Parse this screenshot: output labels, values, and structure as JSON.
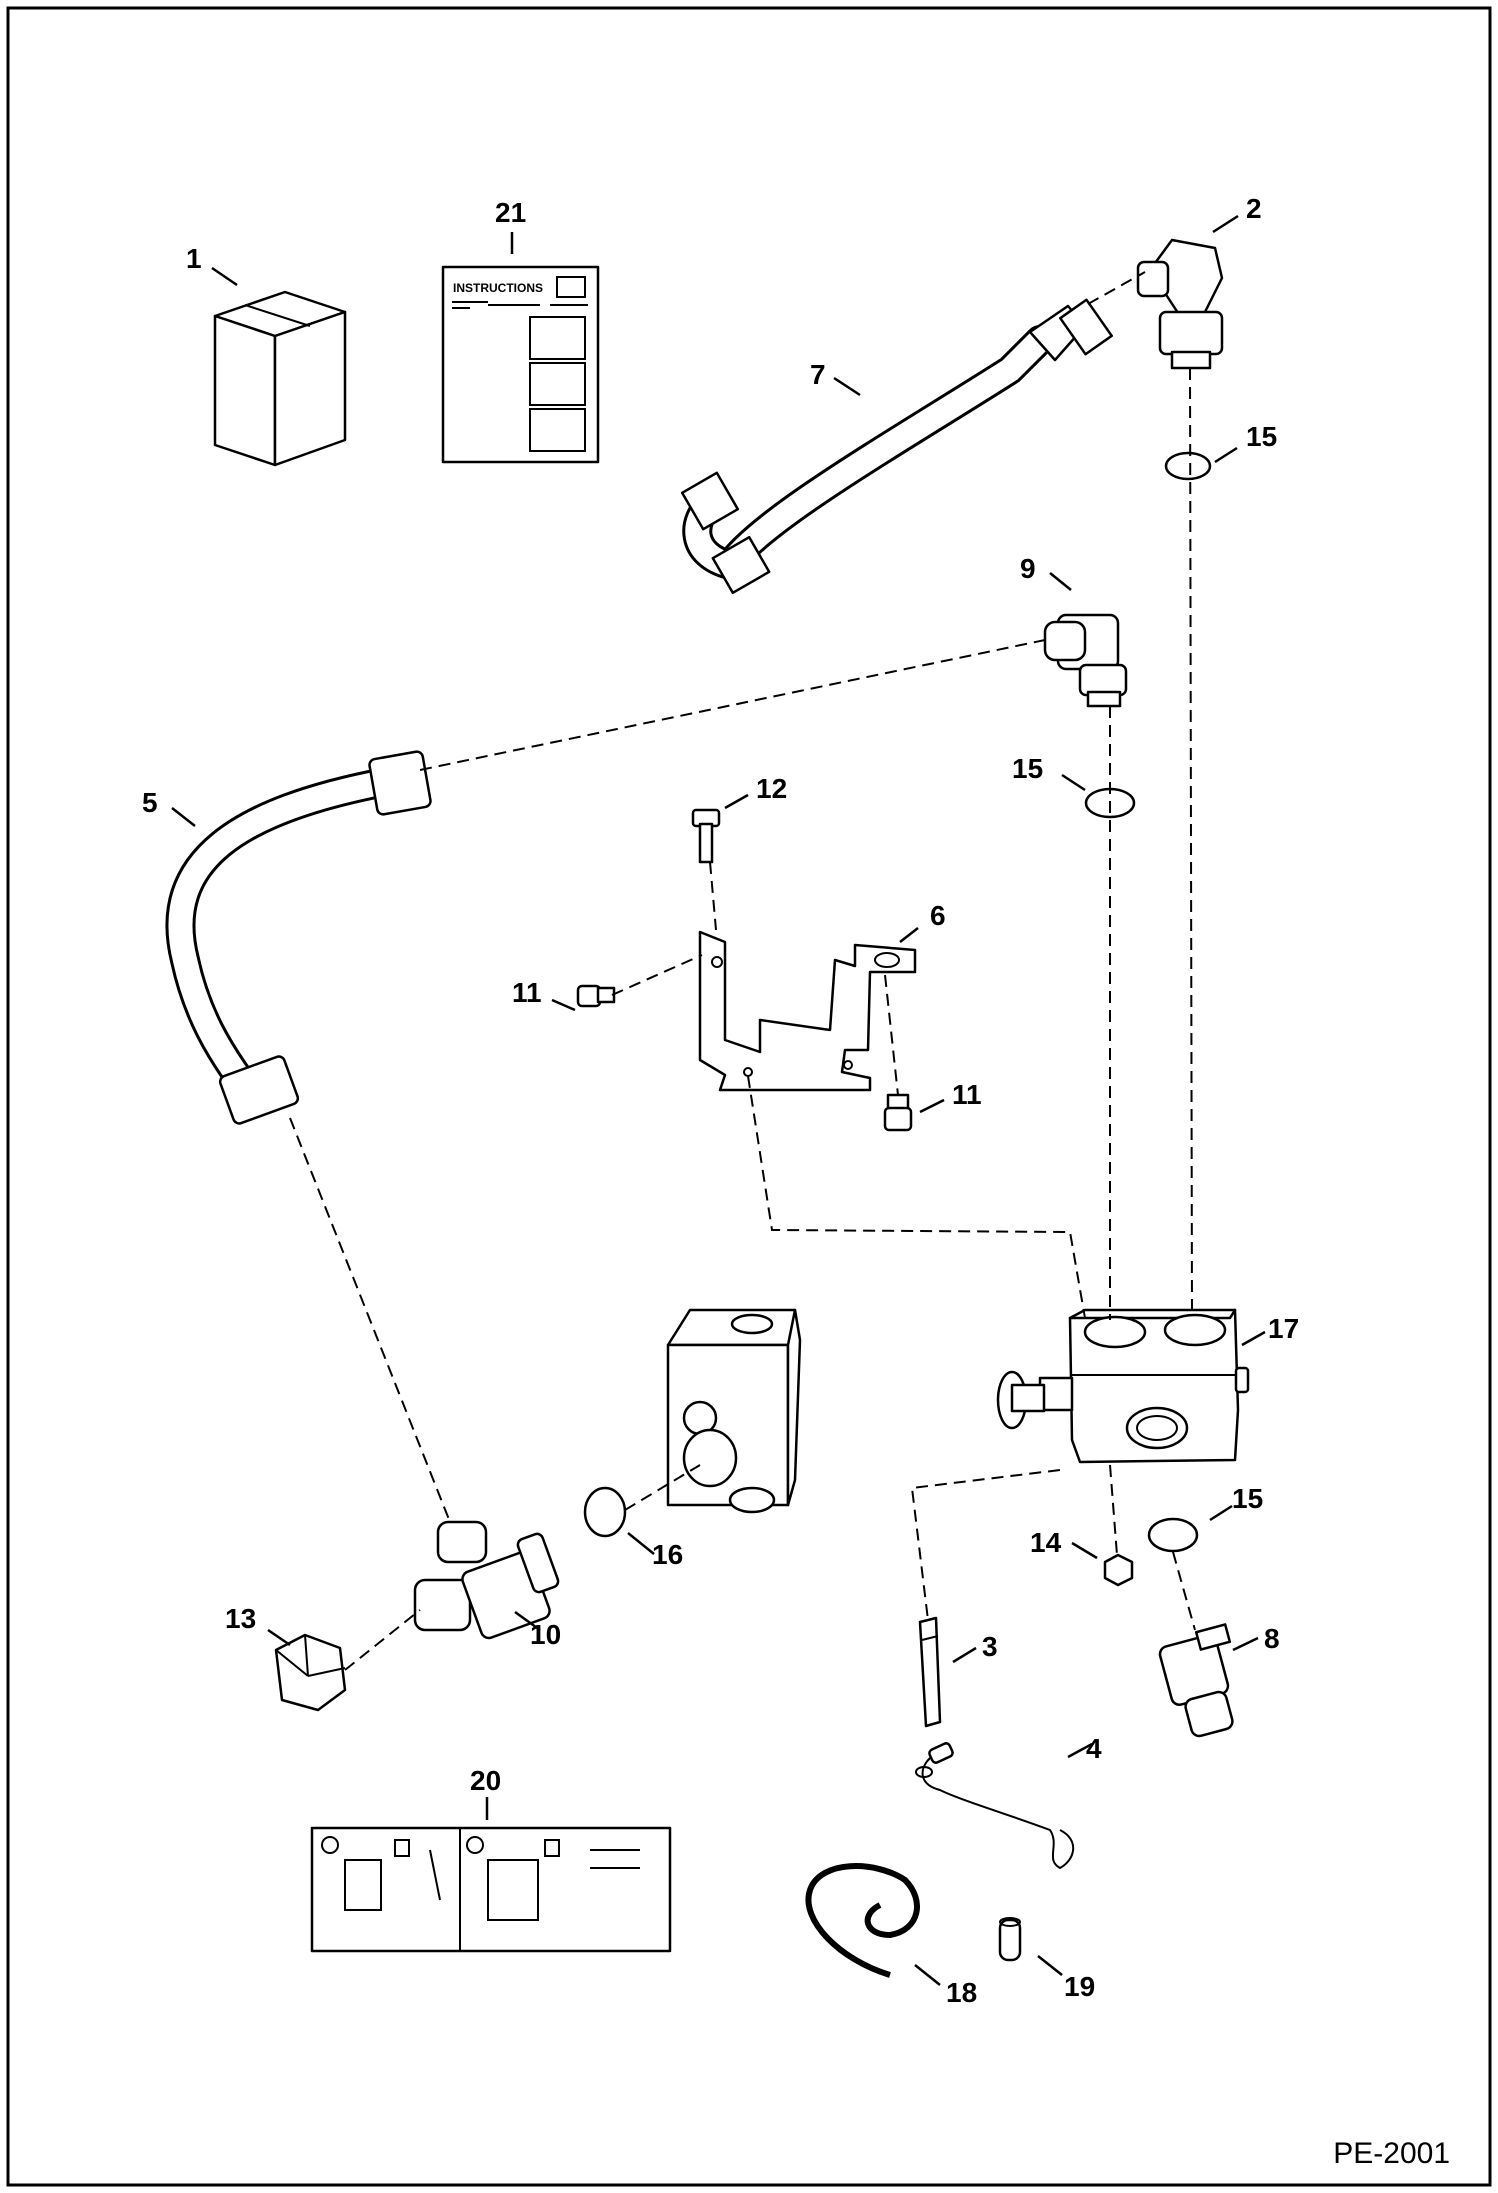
{
  "figure_id": "PE-2001",
  "instructions_sheet_text": "INSTRUCTIONS",
  "callouts": [
    {
      "id": "c1",
      "label": "1"
    },
    {
      "id": "c21",
      "label": "21"
    },
    {
      "id": "c2",
      "label": "2"
    },
    {
      "id": "c7",
      "label": "7"
    },
    {
      "id": "c15a",
      "label": "15"
    },
    {
      "id": "c9",
      "label": "9"
    },
    {
      "id": "c5",
      "label": "5"
    },
    {
      "id": "c15b",
      "label": "15"
    },
    {
      "id": "c12",
      "label": "12"
    },
    {
      "id": "c6",
      "label": "6"
    },
    {
      "id": "c11a",
      "label": "11"
    },
    {
      "id": "c11b",
      "label": "11"
    },
    {
      "id": "c17",
      "label": "17"
    },
    {
      "id": "c15c",
      "label": "15"
    },
    {
      "id": "c14",
      "label": "14"
    },
    {
      "id": "c16",
      "label": "16"
    },
    {
      "id": "c13",
      "label": "13"
    },
    {
      "id": "c10",
      "label": "10"
    },
    {
      "id": "c3",
      "label": "3"
    },
    {
      "id": "c8",
      "label": "8"
    },
    {
      "id": "c4",
      "label": "4"
    },
    {
      "id": "c20",
      "label": "20"
    },
    {
      "id": "c18",
      "label": "18"
    },
    {
      "id": "c19",
      "label": "19"
    }
  ]
}
